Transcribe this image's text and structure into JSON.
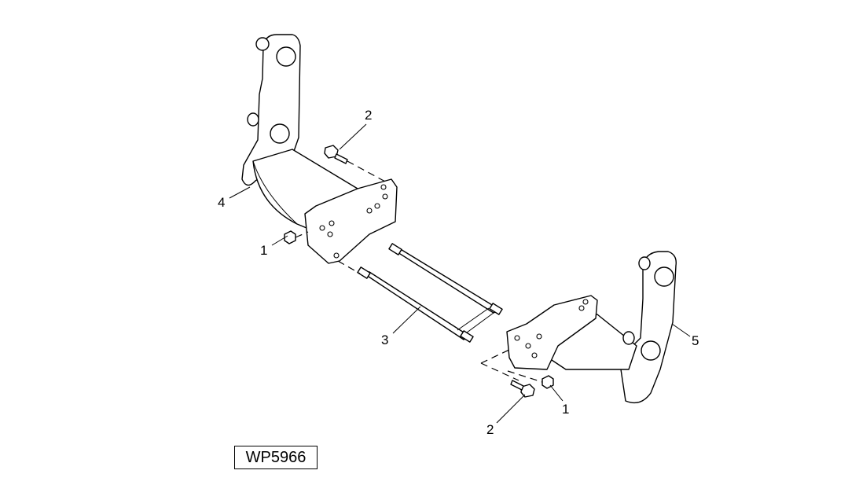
{
  "figure_id": "WP5966",
  "callouts": {
    "nut_left": "1",
    "nut_right": "1",
    "bolt_top": "2",
    "bolt_bottom": "2",
    "rods": "3",
    "left_bracket": "4",
    "right_bracket": "5"
  }
}
